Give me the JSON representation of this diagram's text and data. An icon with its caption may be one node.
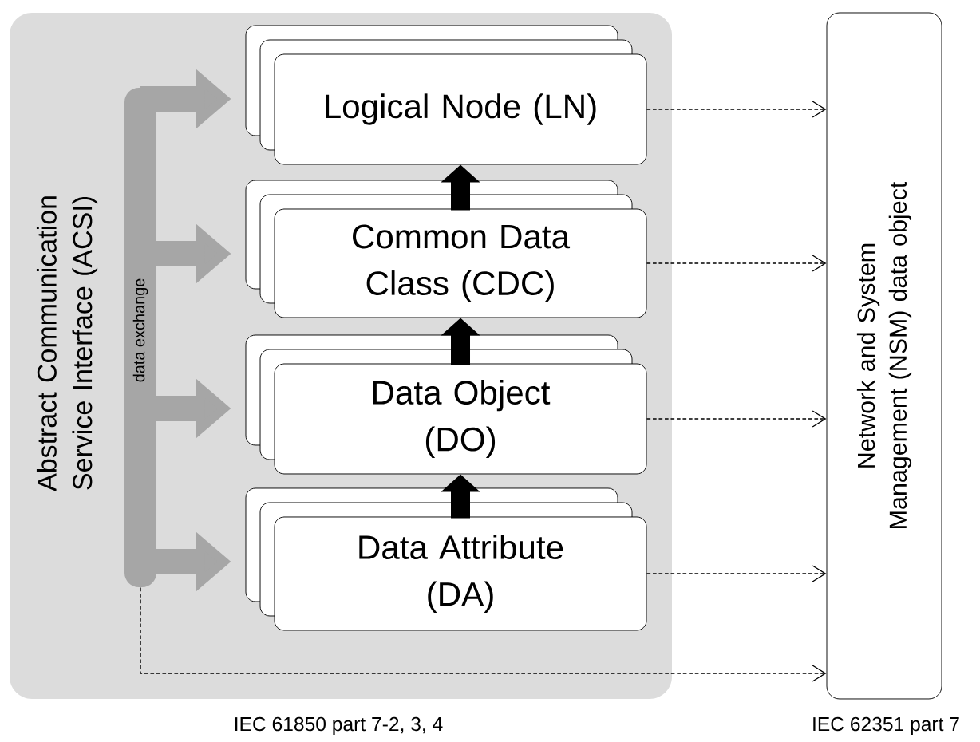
{
  "diagram": {
    "nodes": [
      {
        "text": [
          "Abstract Communication Service Interface (ACSI)"
        ],
        "beside": [
          "IEC 61850 part 7-2, 3, 4"
        ]
      },
      {
        "text": [
          "Logical Node (LN)"
        ],
        "in": 0
      },
      {
        "text": [
          "Common Data Class (CDC)"
        ],
        "in": 0
      },
      {
        "text": [
          "Data Object (DO)"
        ],
        "in": 0
      },
      {
        "text": [
          "Data Attribute (DA)"
        ],
        "in": 0
      },
      {
        "text": [
          "data exchange"
        ],
        "in": 0
      },
      {
        "text": [
          "Network and System Management (NSM) data object"
        ],
        "beside": [
          "IEC 62351 part 7"
        ]
      }
    ],
    "edges": [
      {
        "from": 5,
        "to": 1,
        "arrow": "to",
        "color": "#a6a6a6"
      },
      {
        "from": 5,
        "to": 2,
        "arrow": "to",
        "color": "#a6a6a6"
      },
      {
        "from": 5,
        "to": 3,
        "arrow": "to",
        "color": "#a6a6a6"
      },
      {
        "from": 5,
        "to": 4,
        "arrow": "to",
        "color": "#a6a6a6"
      },
      {
        "from": 2,
        "to": 1,
        "arrow": "to"
      },
      {
        "from": 3,
        "to": 2,
        "arrow": "to"
      },
      {
        "from": 4,
        "to": 3,
        "arrow": "to"
      },
      {
        "from": 1,
        "to": 6,
        "arrow": "to",
        "style": "dashed"
      },
      {
        "from": 2,
        "to": 6,
        "arrow": "to",
        "style": "dashed"
      },
      {
        "from": 3,
        "to": 6,
        "arrow": "to",
        "style": "dashed"
      },
      {
        "from": 4,
        "to": 6,
        "arrow": "to",
        "style": "dashed"
      },
      {
        "from": 5,
        "to": 6,
        "arrow": "to",
        "style": "dashed"
      }
    ]
  }
}
